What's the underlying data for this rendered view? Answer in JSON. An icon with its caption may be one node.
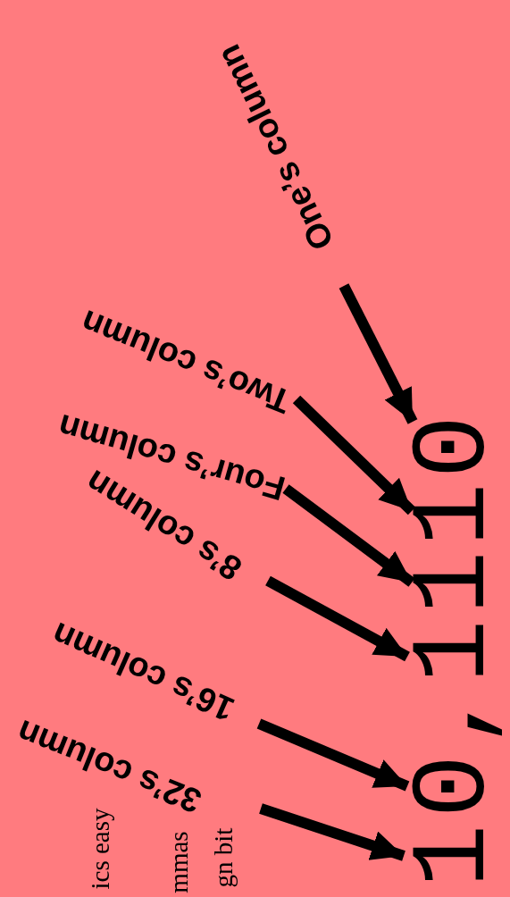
{
  "diagram": {
    "nodes": [
      {
        "text": [
          "One’s column"
        ]
      },
      {
        "text": [
          "Two’s column"
        ]
      },
      {
        "text": [
          "Four’s column"
        ]
      },
      {
        "text": [
          "8’s column"
        ]
      },
      {
        "text": [
          "16’s column"
        ]
      },
      {
        "text": [
          "32’s column"
        ]
      },
      {
        "text": [
          "0"
        ]
      },
      {
        "text": [
          "1"
        ]
      },
      {
        "text": [
          "1"
        ]
      },
      {
        "text": [
          "1"
        ]
      },
      {
        "text": [
          "0"
        ]
      },
      {
        "text": [
          "1"
        ]
      }
    ],
    "edges": [
      {
        "from": 0,
        "to": 6,
        "arrow": "to"
      },
      {
        "from": 1,
        "to": 7,
        "arrow": "to"
      },
      {
        "from": 2,
        "to": 8,
        "arrow": "to"
      },
      {
        "from": 3,
        "to": 9,
        "arrow": "to"
      },
      {
        "from": 4,
        "to": 10,
        "arrow": "to"
      },
      {
        "from": 5,
        "to": 11,
        "arrow": "to"
      }
    ],
    "labels": [
      ",",
      "ics easy",
      "mmas",
      "gn bit"
    ]
  }
}
